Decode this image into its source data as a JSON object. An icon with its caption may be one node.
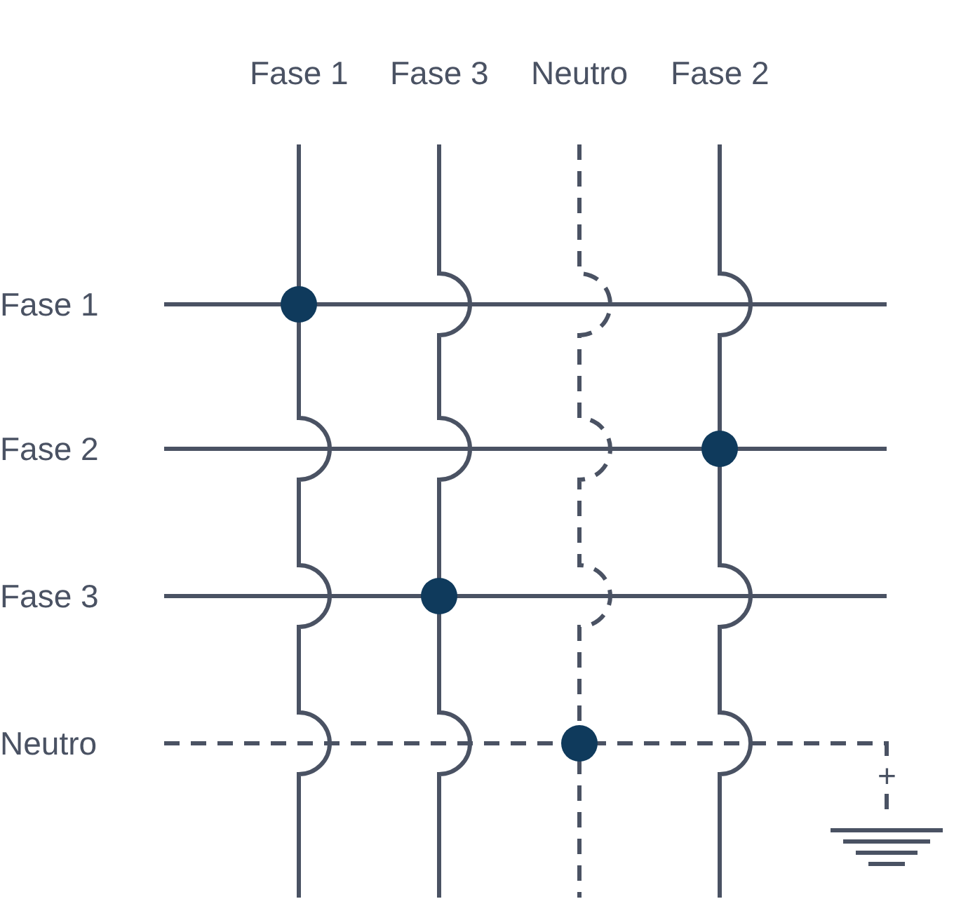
{
  "diagram": {
    "labels": [
      "Fase 1",
      "Fase 3",
      "Neutro",
      "Fase 2",
      "Fase 1",
      "Fase 2",
      "Fase 3",
      "Neutro",
      "+"
    ]
  }
}
